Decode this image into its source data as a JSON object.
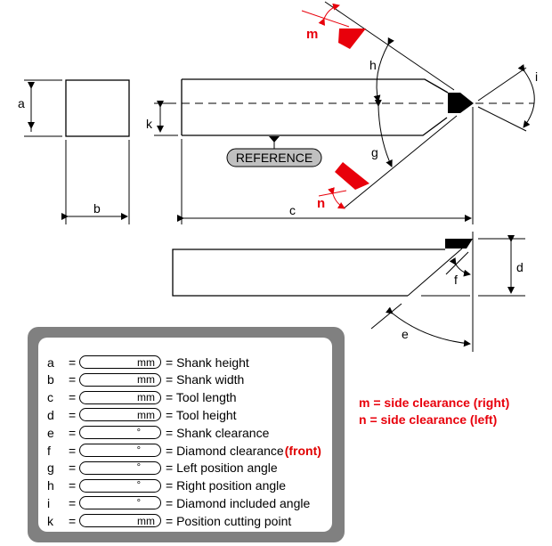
{
  "diagram": {
    "dimension_labels": {
      "a": "a",
      "b": "b",
      "c": "c",
      "d": "d",
      "e": "e",
      "f": "f",
      "g": "g",
      "h": "h",
      "i": "i",
      "k": "k"
    },
    "red_labels": {
      "m": "m",
      "n": "n"
    },
    "reference_label": "REFERENCE",
    "colors": {
      "line": "#000000",
      "accent_red": "#e8000b",
      "reference_fill": "#c0c0c0",
      "panel_border": "#808080"
    }
  },
  "form": {
    "rows": [
      {
        "var": "a",
        "unit": "mm",
        "desc": "= Shank height",
        "value": ""
      },
      {
        "var": "b",
        "unit": "mm",
        "desc": "= Shank width",
        "value": ""
      },
      {
        "var": "c",
        "unit": "mm",
        "desc": "= Tool length",
        "value": ""
      },
      {
        "var": "d",
        "unit": "mm",
        "desc": "= Tool height",
        "value": ""
      },
      {
        "var": "e",
        "unit": "°",
        "desc": "= Shank clearance",
        "value": ""
      },
      {
        "var": "f",
        "unit": "°",
        "desc": "= Diamond clearance",
        "suffix": "(front)",
        "value": ""
      },
      {
        "var": "g",
        "unit": "°",
        "desc": "= Left position angle",
        "value": ""
      },
      {
        "var": "h",
        "unit": "°",
        "desc": "= Right position angle",
        "value": ""
      },
      {
        "var": "i",
        "unit": "°",
        "desc": "= Diamond included angle",
        "value": ""
      },
      {
        "var": "k",
        "unit": "mm",
        "desc": "= Position cutting point",
        "value": ""
      }
    ],
    "equals": "="
  },
  "legend": {
    "m": "m = side clearance (right)",
    "n": "n = side clearance (left)"
  }
}
